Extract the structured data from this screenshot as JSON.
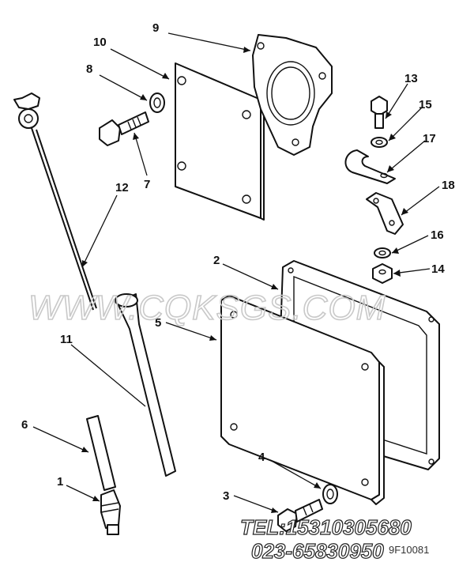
{
  "callouts": {
    "c1": "1",
    "c2": "2",
    "c3": "3",
    "c4": "4",
    "c5": "5",
    "c6": "6",
    "c7": "7",
    "c8": "8",
    "c9": "9",
    "c10": "10",
    "c11": "11",
    "c12": "12",
    "c13": "13",
    "c14": "14",
    "c15": "15",
    "c16": "16",
    "c17": "17",
    "c18": "18"
  },
  "watermark": {
    "site": "WWW.CQKSGS.COM",
    "tel": "TEL:15310305680",
    "phone": "023-65830950"
  },
  "drawing_code": "9F10081"
}
